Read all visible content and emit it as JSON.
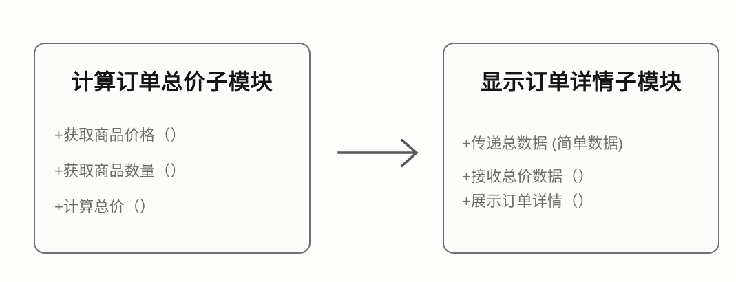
{
  "diagram": {
    "type": "module-relationship",
    "background_color": "#fdfdfb",
    "border_color": "#6f6f6f",
    "title_color": "#151515",
    "method_color": "#6c6c6a",
    "arrow_color": "#57565a",
    "modules": [
      {
        "id": "calc-total-price",
        "title": "计算订单总价子模块",
        "methods": [
          "+获取商品价格（）",
          "+获取商品数量（）",
          "+计算总价（）"
        ]
      },
      {
        "id": "show-order-detail",
        "title": "显示订单详情子模块",
        "methods": [
          "+传递总数据 (简单数据)",
          "+接收总价数据（）",
          "+展示订单详情（）"
        ]
      }
    ],
    "connector": {
      "name": "arrow-right",
      "from": "calc-total-price",
      "to": "show-order-detail",
      "label": ""
    }
  }
}
